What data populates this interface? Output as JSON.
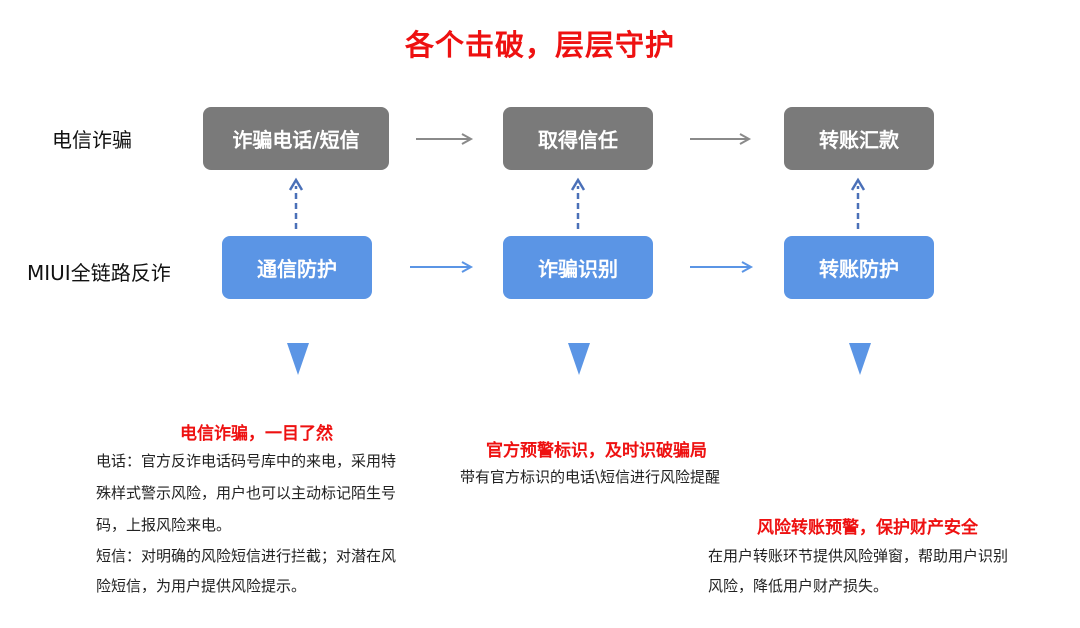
{
  "title": "各个击破，层层守护",
  "rows": {
    "top_label": "电信诈骗",
    "bottom_label": "MIUI全链路反诈"
  },
  "top_boxes": [
    "诈骗电话/短信",
    "取得信任",
    "转账汇款"
  ],
  "bottom_boxes": [
    "通信防护",
    "诈骗识别",
    "转账防护"
  ],
  "panels": [
    {
      "title": "电信诈骗，一目了然",
      "lines": [
        "电话：官方反诈电话码号库中的来电，采用特",
        "殊样式警示风险，用户也可以主动标记陌生号",
        "码，上报风险来电。",
        "短信：对明确的风险短信进行拦截；对潜在风",
        "险短信，为用户提供风险提示。"
      ]
    },
    {
      "title": "官方预警标识，及时识破骗局",
      "lines": [
        "带有官方标识的电话\\短信进行风险提醒"
      ]
    },
    {
      "title": "风险转账预警，保护财产安全",
      "lines": [
        "在用户转账环节提供风险弹窗，帮助用户识别",
        "风险，降低用户财产损失。"
      ]
    }
  ],
  "colors": {
    "title_red": "#ee1111",
    "gray_box": "#7a7a7a",
    "blue_box": "#5b95e5",
    "gray_arrow": "#8a8a8a",
    "blue_arrow": "#5b95e5",
    "triangle": "#5b95e5"
  }
}
